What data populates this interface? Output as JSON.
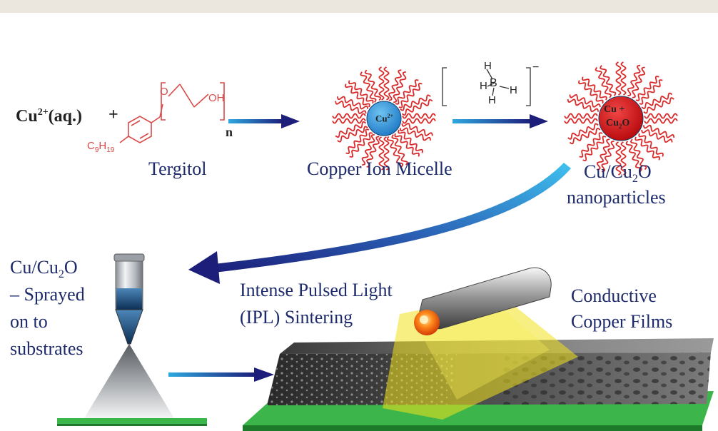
{
  "reaction": {
    "reactant_main": "Cu",
    "reactant_sup": "2+",
    "reactant_suffix": "(aq.)",
    "plus_sign": "+",
    "surfactant_name": "Tergitol",
    "structure": {
      "oxygen": "O",
      "hydroxyl": "OH",
      "repeat_n": "n",
      "alkyl_c": "C",
      "alkyl_c_sub": "9",
      "alkyl_h": "H",
      "alkyl_h_sub": "19"
    },
    "micelle_label": "Copper Ion Micelle",
    "micelle_core_main": "Cu",
    "micelle_core_sup": "2+",
    "reductant": {
      "central": "B",
      "h": "H",
      "charge": "−"
    },
    "product_core_line1": "Cu +",
    "product_core_line2_a": "Cu",
    "product_core_line2_sub": "2",
    "product_core_line2_b": "O",
    "product_label_line1_a": "Cu/Cu",
    "product_label_line1_sub": "2",
    "product_label_line1_b": "O",
    "product_label_line2": "nanoparticles"
  },
  "process": {
    "spray_label_line1_a": "Cu/Cu",
    "spray_label_line1_sub": "2",
    "spray_label_line1_b": "O",
    "spray_label_line2": "– Sprayed",
    "spray_label_line3": "on to",
    "spray_label_line4": "substrates",
    "ipl_label_line1": "Intense Pulsed Light",
    "ipl_label_line2": "(IPL) Sintering",
    "film_label_line1": "Conductive",
    "film_label_line2": "Copper Films"
  },
  "colors": {
    "navy_text": "#1d2a6b",
    "arrow_dark": "#1c1e7a",
    "arrow_light": "#2fa8e0",
    "tail_red": "#d92b2b",
    "micelle_core_blue": "#2b8fd6",
    "nanoparticle_core_red": "#d0191c",
    "substrate_green": "#3cb54a",
    "light_yellow": "#f2e21e"
  }
}
